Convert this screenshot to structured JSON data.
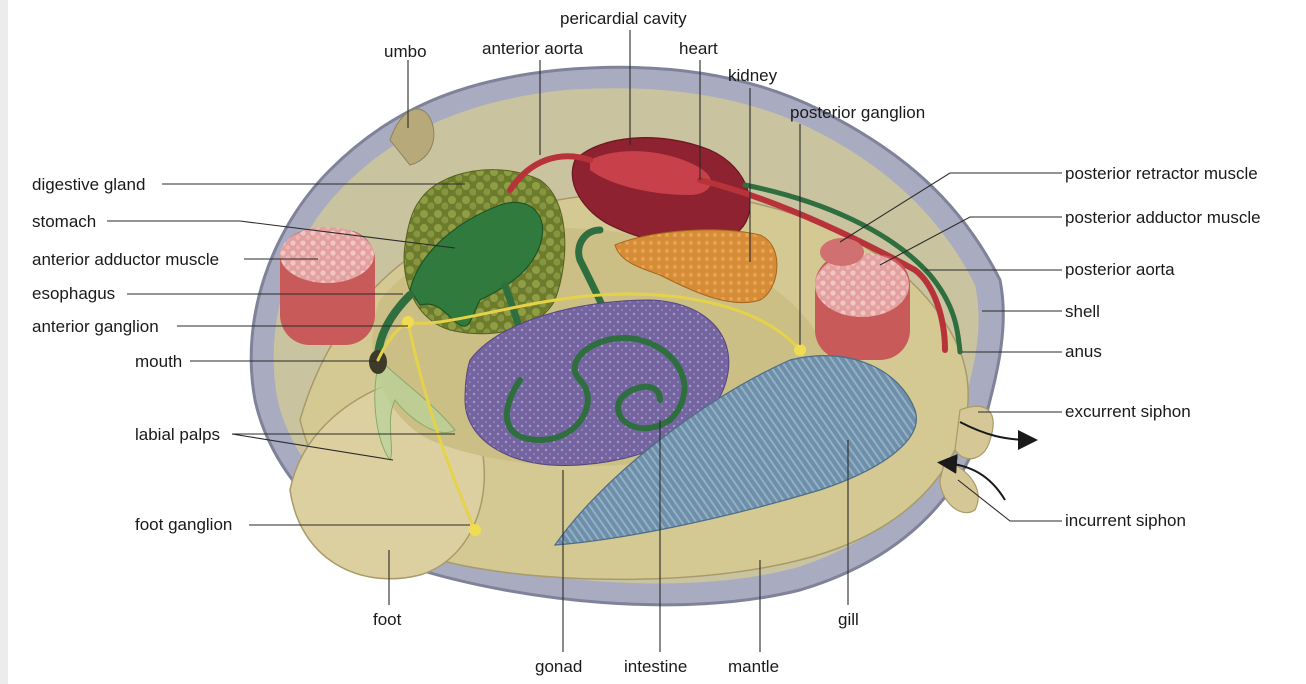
{
  "labels": {
    "pericardial_cavity": "pericardial cavity",
    "umbo": "umbo",
    "anterior_aorta": "anterior aorta",
    "heart": "heart",
    "kidney": "kidney",
    "posterior_ganglion": "posterior ganglion",
    "digestive_gland": "digestive gland",
    "stomach": "stomach",
    "anterior_adductor_muscle": "anterior adductor muscle",
    "esophagus": "esophagus",
    "anterior_ganglion": "anterior ganglion",
    "mouth": "mouth",
    "labial_palps": "labial palps",
    "foot_ganglion": "foot ganglion",
    "foot": "foot",
    "gonad": "gonad",
    "intestine": "intestine",
    "mantle": "mantle",
    "gill": "gill",
    "posterior_retractor_muscle": "posterior retractor muscle",
    "posterior_adductor_muscle": "posterior adductor muscle",
    "posterior_aorta": "posterior aorta",
    "shell": "shell",
    "anus": "anus",
    "excurrent_siphon": "excurrent siphon",
    "incurrent_siphon": "incurrent siphon"
  },
  "colors": {
    "shell_outer": "#8c8fa6",
    "mantle": "#d8cfa0",
    "body": "#cdbf8a",
    "digestive_gland": "#7d8c3a",
    "stomach": "#2f7a3c",
    "heart": "#b8323a",
    "kidney": "#d9913a",
    "muscle": "#d98a8a",
    "gonad": "#7a6a9e",
    "gill": "#6f8fa8",
    "intestine": "#2f6e3e",
    "nerve": "#e6d24a"
  }
}
